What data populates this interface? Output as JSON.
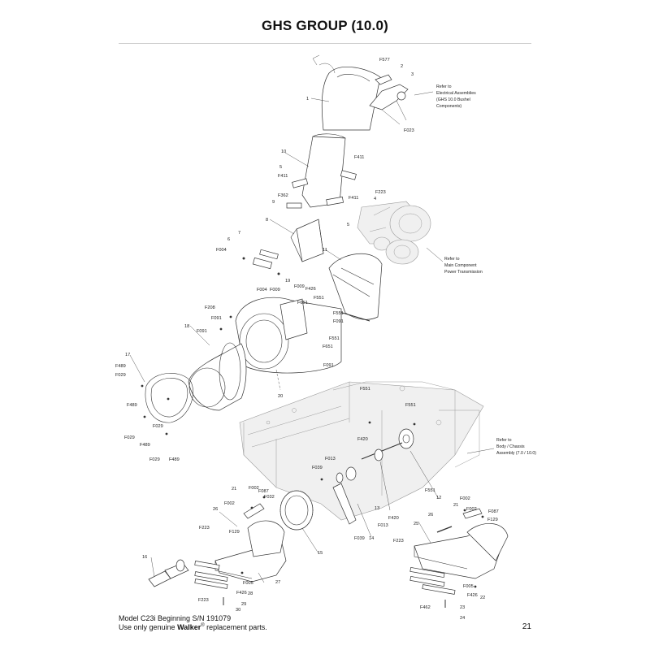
{
  "header": {
    "title": "GHS GROUP (10.0)"
  },
  "footer": {
    "model_line": "Model C23i Beginning S/N 191079",
    "replacement_prefix": "Use only genuine ",
    "brand": "Walker",
    "registered": "®",
    "replacement_suffix": " replacement parts.",
    "page_number": "21"
  },
  "references": {
    "electrical": [
      "Refer to",
      "Electrical Assemblies",
      "(GHS 10.0 Bushel",
      "Components)"
    ],
    "main_component": [
      "Refer to",
      "Main Component",
      "Power Transmission"
    ],
    "body_chassis": [
      "Refer to",
      "Body / Chassis",
      "Assembly (7.0 / 10.0)"
    ]
  },
  "callouts": [
    {
      "id": "F577",
      "text": "F577"
    },
    {
      "id": "2",
      "text": "2"
    },
    {
      "id": "3",
      "text": "3"
    },
    {
      "id": "1",
      "text": "1"
    },
    {
      "id": "F023",
      "text": "F023"
    },
    {
      "id": "10",
      "text": "10"
    },
    {
      "id": "5a",
      "text": "5"
    },
    {
      "id": "F411a",
      "text": "F411"
    },
    {
      "id": "F411b",
      "text": "F411"
    },
    {
      "id": "F223a",
      "text": "F223"
    },
    {
      "id": "F362",
      "text": "F362"
    },
    {
      "id": "9",
      "text": "9"
    },
    {
      "id": "F411c",
      "text": "F411"
    },
    {
      "id": "4",
      "text": "4"
    },
    {
      "id": "5b",
      "text": "5"
    },
    {
      "id": "8",
      "text": "8"
    },
    {
      "id": "7",
      "text": "7"
    },
    {
      "id": "6",
      "text": "6"
    },
    {
      "id": "F004a",
      "text": "F004"
    },
    {
      "id": "11",
      "text": "11"
    },
    {
      "id": "F004b",
      "text": "F004"
    },
    {
      "id": "19",
      "text": "19"
    },
    {
      "id": "F009a",
      "text": "F009"
    },
    {
      "id": "F009b",
      "text": "F009"
    },
    {
      "id": "F426a",
      "text": "F426"
    },
    {
      "id": "F651a",
      "text": "F651"
    },
    {
      "id": "F551a",
      "text": "F551"
    },
    {
      "id": "F208",
      "text": "F208"
    },
    {
      "id": "F091a",
      "text": "F091"
    },
    {
      "id": "F551b",
      "text": "F551"
    },
    {
      "id": "F091b",
      "text": "F091"
    },
    {
      "id": "18",
      "text": "18"
    },
    {
      "id": "F091c",
      "text": "F091"
    },
    {
      "id": "F551c",
      "text": "F551"
    },
    {
      "id": "F651b",
      "text": "F651"
    },
    {
      "id": "F091d",
      "text": "F091"
    },
    {
      "id": "17",
      "text": "17"
    },
    {
      "id": "F489a",
      "text": "F489"
    },
    {
      "id": "F029a",
      "text": "F029"
    },
    {
      "id": "20",
      "text": "20"
    },
    {
      "id": "F551d",
      "text": "F551"
    },
    {
      "id": "F551e",
      "text": "F551"
    },
    {
      "id": "F489b",
      "text": "F489"
    },
    {
      "id": "F029b",
      "text": "F029"
    },
    {
      "id": "F029c",
      "text": "F029"
    },
    {
      "id": "F489c",
      "text": "F489"
    },
    {
      "id": "F029d",
      "text": "F029"
    },
    {
      "id": "F489d",
      "text": "F489"
    },
    {
      "id": "F420a",
      "text": "F420"
    },
    {
      "id": "F013a",
      "text": "F013"
    },
    {
      "id": "F039a",
      "text": "F039"
    },
    {
      "id": "F551f",
      "text": "F551"
    },
    {
      "id": "12",
      "text": "12"
    },
    {
      "id": "F002a",
      "text": "F002"
    },
    {
      "id": "21a",
      "text": "21"
    },
    {
      "id": "F087a",
      "text": "F087"
    },
    {
      "id": "F002b",
      "text": "F002"
    },
    {
      "id": "21b",
      "text": "21"
    },
    {
      "id": "F087b",
      "text": "F087"
    },
    {
      "id": "F032",
      "text": "F032"
    },
    {
      "id": "26a",
      "text": "26"
    },
    {
      "id": "F002c",
      "text": "F002"
    },
    {
      "id": "13",
      "text": "13"
    },
    {
      "id": "F420b",
      "text": "F420"
    },
    {
      "id": "F129a",
      "text": "F129"
    },
    {
      "id": "26b",
      "text": "26"
    },
    {
      "id": "F002d",
      "text": "F002"
    },
    {
      "id": "F129b",
      "text": "F129"
    },
    {
      "id": "25",
      "text": "25"
    },
    {
      "id": "F013b",
      "text": "F013"
    },
    {
      "id": "F039b",
      "text": "F039"
    },
    {
      "id": "14",
      "text": "14"
    },
    {
      "id": "F223b",
      "text": "F223"
    },
    {
      "id": "F223c",
      "text": "F223"
    },
    {
      "id": "15",
      "text": "15"
    },
    {
      "id": "16",
      "text": "16"
    },
    {
      "id": "F005a",
      "text": "F005"
    },
    {
      "id": "27",
      "text": "27"
    },
    {
      "id": "F426b",
      "text": "F426"
    },
    {
      "id": "28",
      "text": "28"
    },
    {
      "id": "F005b",
      "text": "F005"
    },
    {
      "id": "F426c",
      "text": "F426"
    },
    {
      "id": "22",
      "text": "22"
    },
    {
      "id": "F223d",
      "text": "F223"
    },
    {
      "id": "29",
      "text": "29"
    },
    {
      "id": "30",
      "text": "30"
    },
    {
      "id": "F462",
      "text": "F462"
    },
    {
      "id": "23",
      "text": "23"
    },
    {
      "id": "24",
      "text": "24"
    }
  ]
}
